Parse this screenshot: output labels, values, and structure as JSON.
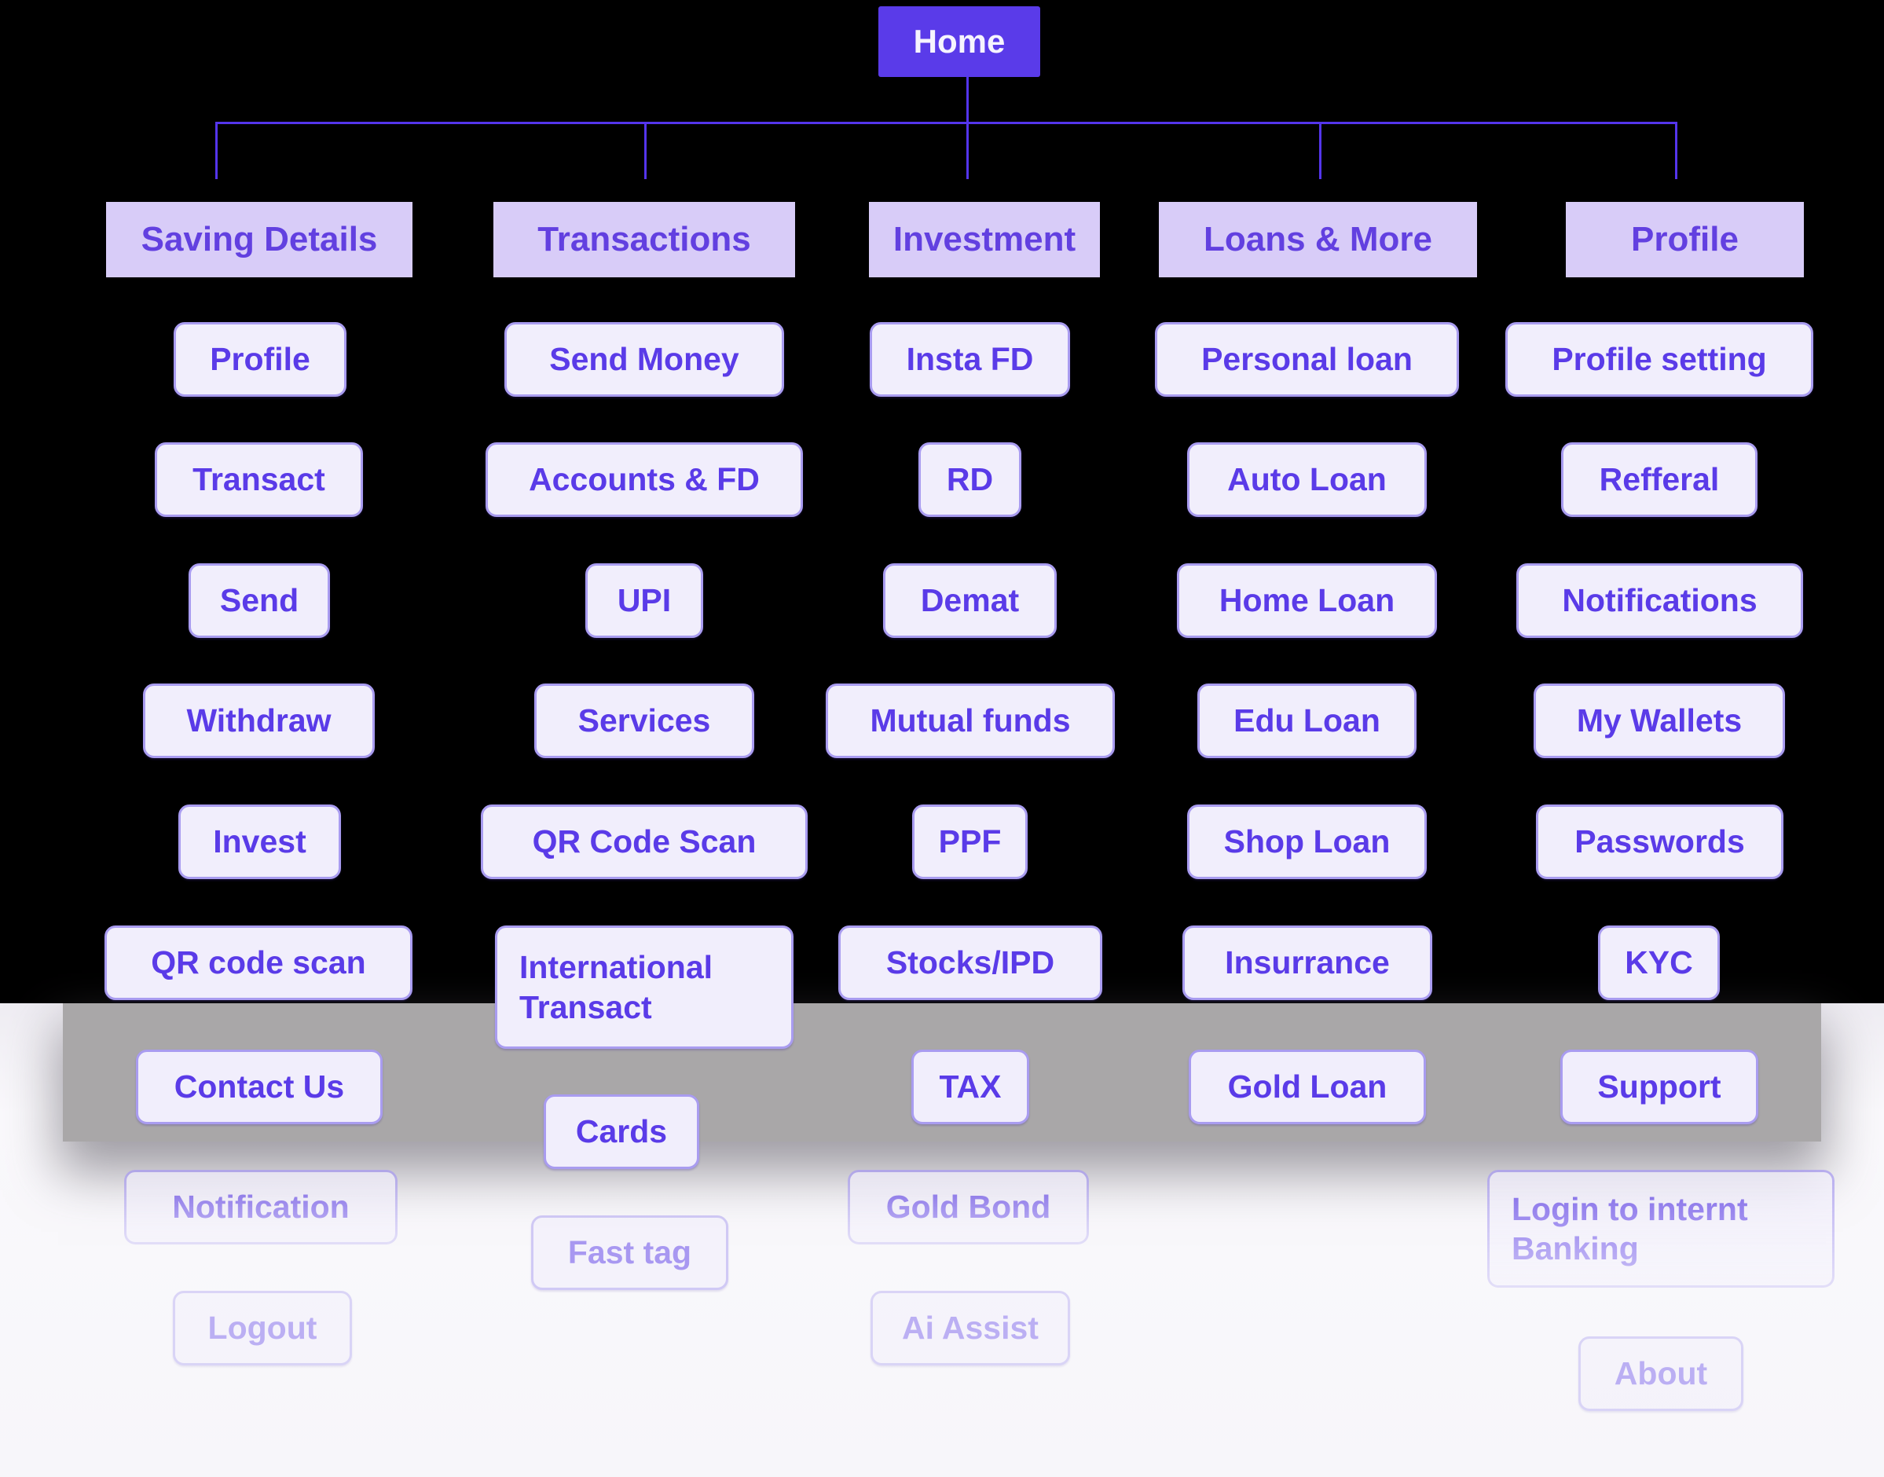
{
  "diagram": {
    "root": {
      "label": "Home"
    },
    "columns": [
      {
        "header": "Saving Details",
        "items": [
          {
            "label": "Profile"
          },
          {
            "label": "Transact"
          },
          {
            "label": "Send"
          },
          {
            "label": "Withdraw"
          },
          {
            "label": "Invest"
          },
          {
            "label": "QR code scan"
          },
          {
            "label": "Contact Us"
          },
          {
            "label": "Notification"
          },
          {
            "label": "Logout"
          }
        ]
      },
      {
        "header": "Transactions",
        "items": [
          {
            "label": "Send Money"
          },
          {
            "label": "Accounts & FD"
          },
          {
            "label": "UPI"
          },
          {
            "label": "Services"
          },
          {
            "label": "QR Code Scan"
          },
          {
            "label": "International Transact"
          },
          {
            "label": "Cards"
          },
          {
            "label": "Fast tag"
          }
        ]
      },
      {
        "header": "Investment",
        "items": [
          {
            "label": "Insta FD"
          },
          {
            "label": "RD"
          },
          {
            "label": "Demat"
          },
          {
            "label": "Mutual funds"
          },
          {
            "label": "PPF"
          },
          {
            "label": "Stocks/IPD"
          },
          {
            "label": "TAX"
          },
          {
            "label": "Gold Bond"
          },
          {
            "label": "Ai Assist"
          }
        ]
      },
      {
        "header": "Loans & More",
        "items": [
          {
            "label": "Personal loan"
          },
          {
            "label": "Auto Loan"
          },
          {
            "label": "Home Loan"
          },
          {
            "label": "Edu Loan"
          },
          {
            "label": "Shop Loan"
          },
          {
            "label": "Insurrance"
          },
          {
            "label": "Gold Loan"
          }
        ]
      },
      {
        "header": "Profile",
        "items": [
          {
            "label": "Profile setting"
          },
          {
            "label": "Refferal"
          },
          {
            "label": "Notifications"
          },
          {
            "label": "My Wallets"
          },
          {
            "label": "Passwords"
          },
          {
            "label": "KYC"
          },
          {
            "label": "Support"
          },
          {
            "label": "Login to internt Banking"
          },
          {
            "label": "About"
          }
        ]
      }
    ],
    "colors": {
      "root_bg": "#5a3be9",
      "connector": "#5435ec",
      "category_bg": "#d8ccf8",
      "category_text": "#6240e0",
      "item_bg": "#f1eefc",
      "item_border": "#a99cf0",
      "item_text": "#5a3be8",
      "canvas_top": "#000000",
      "overlay_band": "#a9a7a8",
      "canvas_bottom": "#faf9fc"
    }
  }
}
